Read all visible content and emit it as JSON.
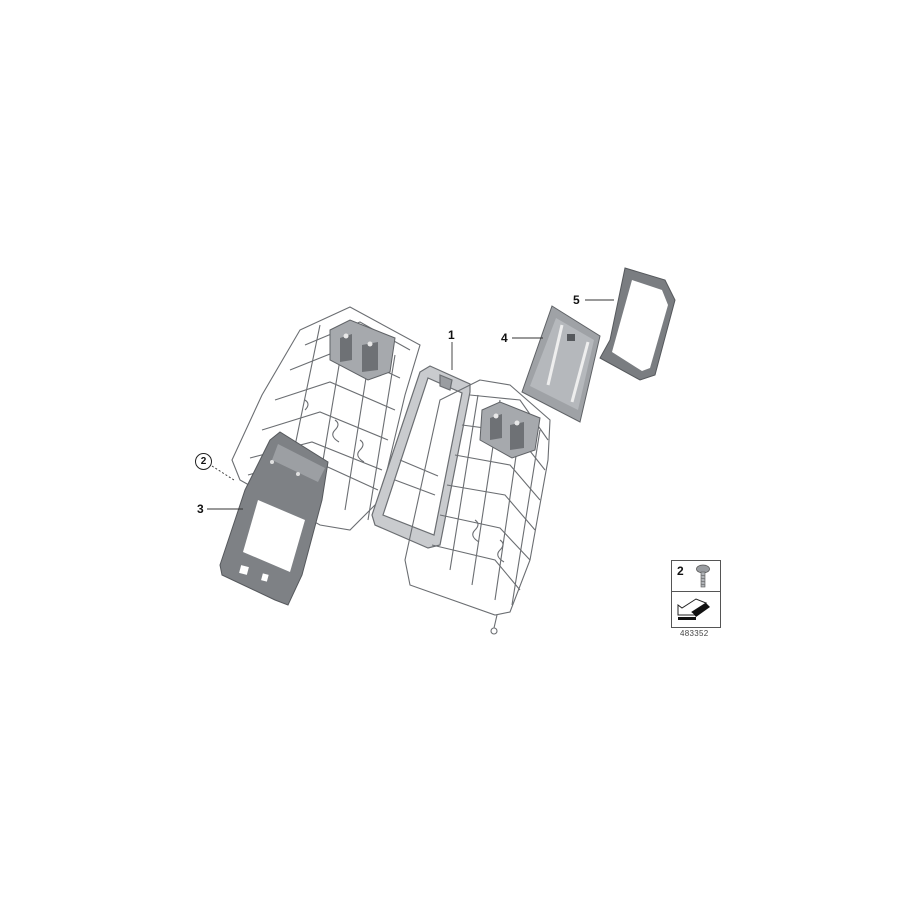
{
  "diagram": {
    "type": "exploded-parts-diagram",
    "id_number": "483352",
    "callouts": [
      {
        "number": "1",
        "part": "seat-backrest-wire-frame"
      },
      {
        "number": "2",
        "part": "screw",
        "style": "circled"
      },
      {
        "number": "3",
        "part": "center-armrest-bracket"
      },
      {
        "number": "4",
        "part": "cover-plate"
      },
      {
        "number": "5",
        "part": "frame-trim"
      }
    ],
    "legend": {
      "item_number": "2",
      "item_icon": "screw-icon",
      "direction_icon": "arrow-icon"
    },
    "colors": {
      "line": "#6b6e72",
      "part_fill": "#8a8d91",
      "part_dark": "#5f6266",
      "part_light": "#b3b6ba",
      "text": "#111111"
    }
  }
}
